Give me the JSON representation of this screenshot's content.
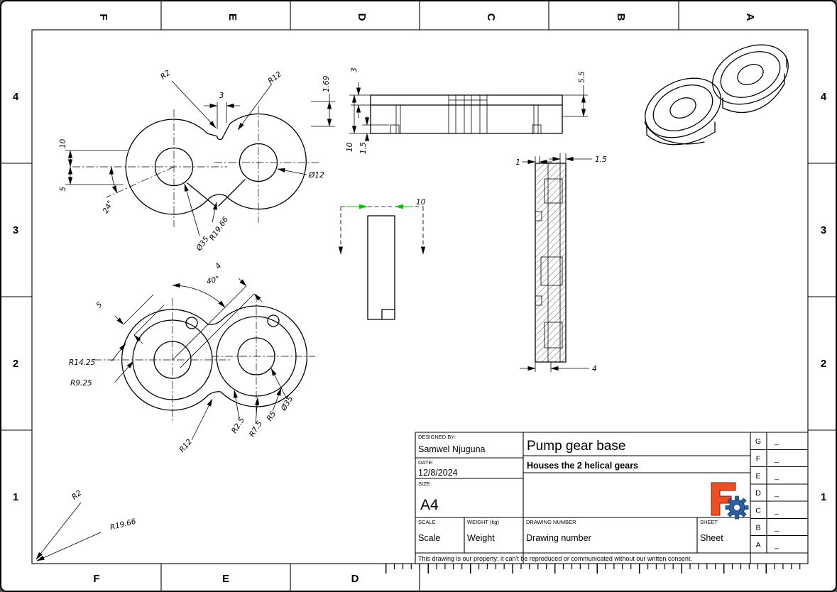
{
  "colors": {
    "paper": "#ffffff",
    "line": "#000000",
    "accent_green": "#00c800",
    "logo_orange": "#ef4e23",
    "logo_blue": "#2e5f9e"
  },
  "grid": {
    "top_letters": [
      "F",
      "E",
      "D",
      "C",
      "B",
      "A"
    ],
    "bottom_letters": [
      "F",
      "E",
      "D"
    ],
    "left_numbers": [
      "4",
      "3",
      "2",
      "1"
    ],
    "right_numbers": [
      "4",
      "3",
      "2",
      "1"
    ]
  },
  "views": {
    "top_view": {
      "dims": {
        "r2": "R2",
        "w3": "3",
        "r12": "R12",
        "h169": "1.69",
        "h10": "10",
        "h5": "5",
        "a24": "24°",
        "d12": "Ø12",
        "r1966": "R19.66",
        "d35": "Ø35"
      }
    },
    "front_view": {
      "dims": {
        "t3": "3",
        "h10": "10",
        "h15": "1.5",
        "d55": "5.5"
      }
    },
    "detail_view": {
      "dims": {
        "w10": "10"
      }
    },
    "section_view": {
      "dims": {
        "w1": "1",
        "w15": "1.5",
        "w4": "4"
      }
    },
    "bottom_view": {
      "dims": {
        "g5": "5",
        "a40": "40°",
        "g4": "4",
        "r1425": "R14.25",
        "r925": "R9.25",
        "r12": "R12",
        "r25": "R2.5",
        "r75": "R7.5",
        "r5": "R5",
        "d35": "Ø35"
      }
    },
    "corner": {
      "dims": {
        "r2": "R2",
        "r1966": "R19.66"
      }
    }
  },
  "title_block": {
    "designed_by_label": "DESIGNED BY:",
    "designed_by": "Samwel Njuguna",
    "date_label": "DATE:",
    "date": "12/8/2024",
    "size_label": "SIZE",
    "size": "A4",
    "scale_label": "SCALE",
    "scale": "Scale",
    "weight_label": "WEIGHT (kg)",
    "weight": "Weight",
    "title": "Pump gear base",
    "subtitle": "Houses the 2 helical gears",
    "drawing_number_label": "DRAWING NUMBER",
    "drawing_number": "Drawing number",
    "sheet_label": "SHEET",
    "sheet": "Sheet",
    "revision_letters": [
      "G",
      "F",
      "E",
      "D",
      "C",
      "B",
      "A"
    ],
    "revision_placeholder": "_",
    "disclaimer": "This drawing is our property; it can't be reproduced or communicated without our written consent."
  }
}
